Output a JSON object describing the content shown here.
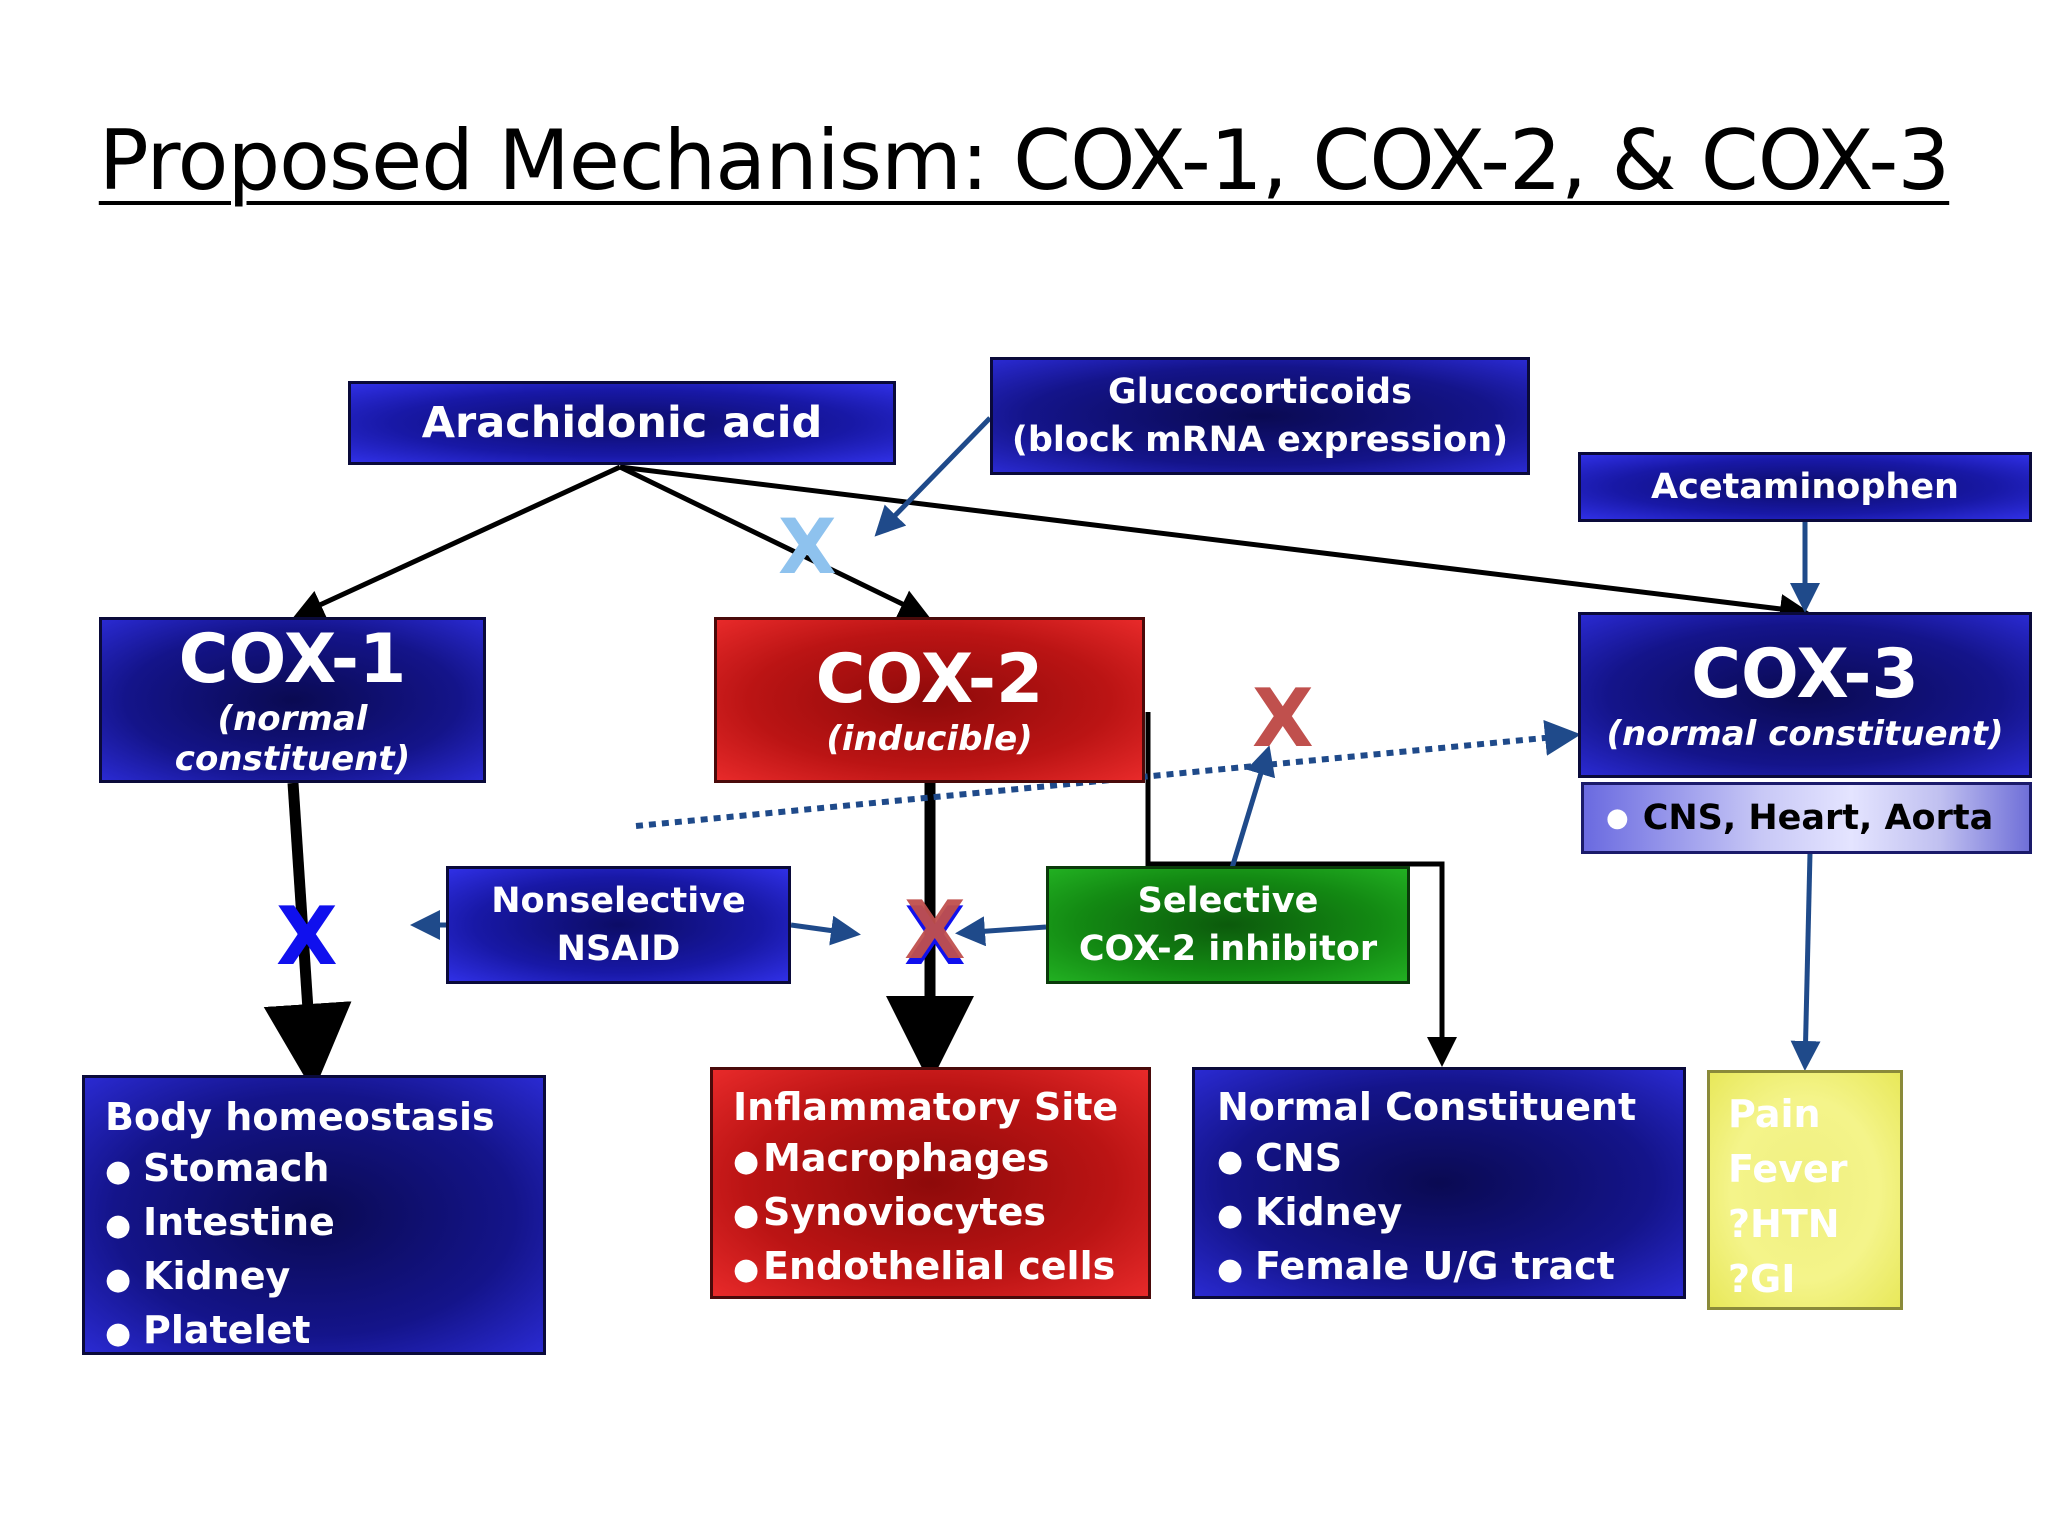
{
  "title": "Proposed Mechanism: COX-1, COX-2, & COX-3",
  "nodes": {
    "arachidonic": {
      "label": "Arachidonic acid"
    },
    "glucocorticoids": {
      "line1": "Glucocorticoids",
      "line2": "(block mRNA expression)"
    },
    "acetaminophen": {
      "label": "Acetaminophen"
    },
    "cox1": {
      "name": "COX-1",
      "sub": "(normal constituent)"
    },
    "cox2": {
      "name": "COX-2",
      "sub": "(inducible)"
    },
    "cox3": {
      "name": "COX-3",
      "sub": "(normal constituent)"
    },
    "cox3_sites": {
      "label": "CNS, Heart, Aorta"
    },
    "nsaid": {
      "line1": "Nonselective",
      "line2": "NSAID"
    },
    "cox2_inhibitor": {
      "line1": "Selective",
      "line2": "COX-2 inhibitor"
    },
    "body_homeostasis": {
      "title": "Body homeostasis",
      "items": [
        "Stomach",
        "Intestine",
        "Kidney",
        "Platelet"
      ]
    },
    "inflammatory_site": {
      "title": "Inflammatory Site",
      "items": [
        "Macrophages",
        "Synoviocytes",
        "Endothelial cells"
      ]
    },
    "normal_constituent": {
      "title": "Normal Constituent",
      "items": [
        "CNS",
        "Kidney",
        "Female U/G tract"
      ]
    },
    "effects": {
      "items": [
        "Pain",
        "Fever",
        "?HTN",
        "?GI"
      ]
    }
  },
  "marks": {
    "block": "X"
  },
  "colors": {
    "blue_box": "#14148a",
    "red_box": "#bb1414",
    "green_box": "#138a13",
    "yellow_box": "#f4f48a",
    "arrow": "#1f4a8a",
    "x_light_blue": "#8ec2ee",
    "x_blue": "#1010ee",
    "x_red": "#c0504d"
  }
}
